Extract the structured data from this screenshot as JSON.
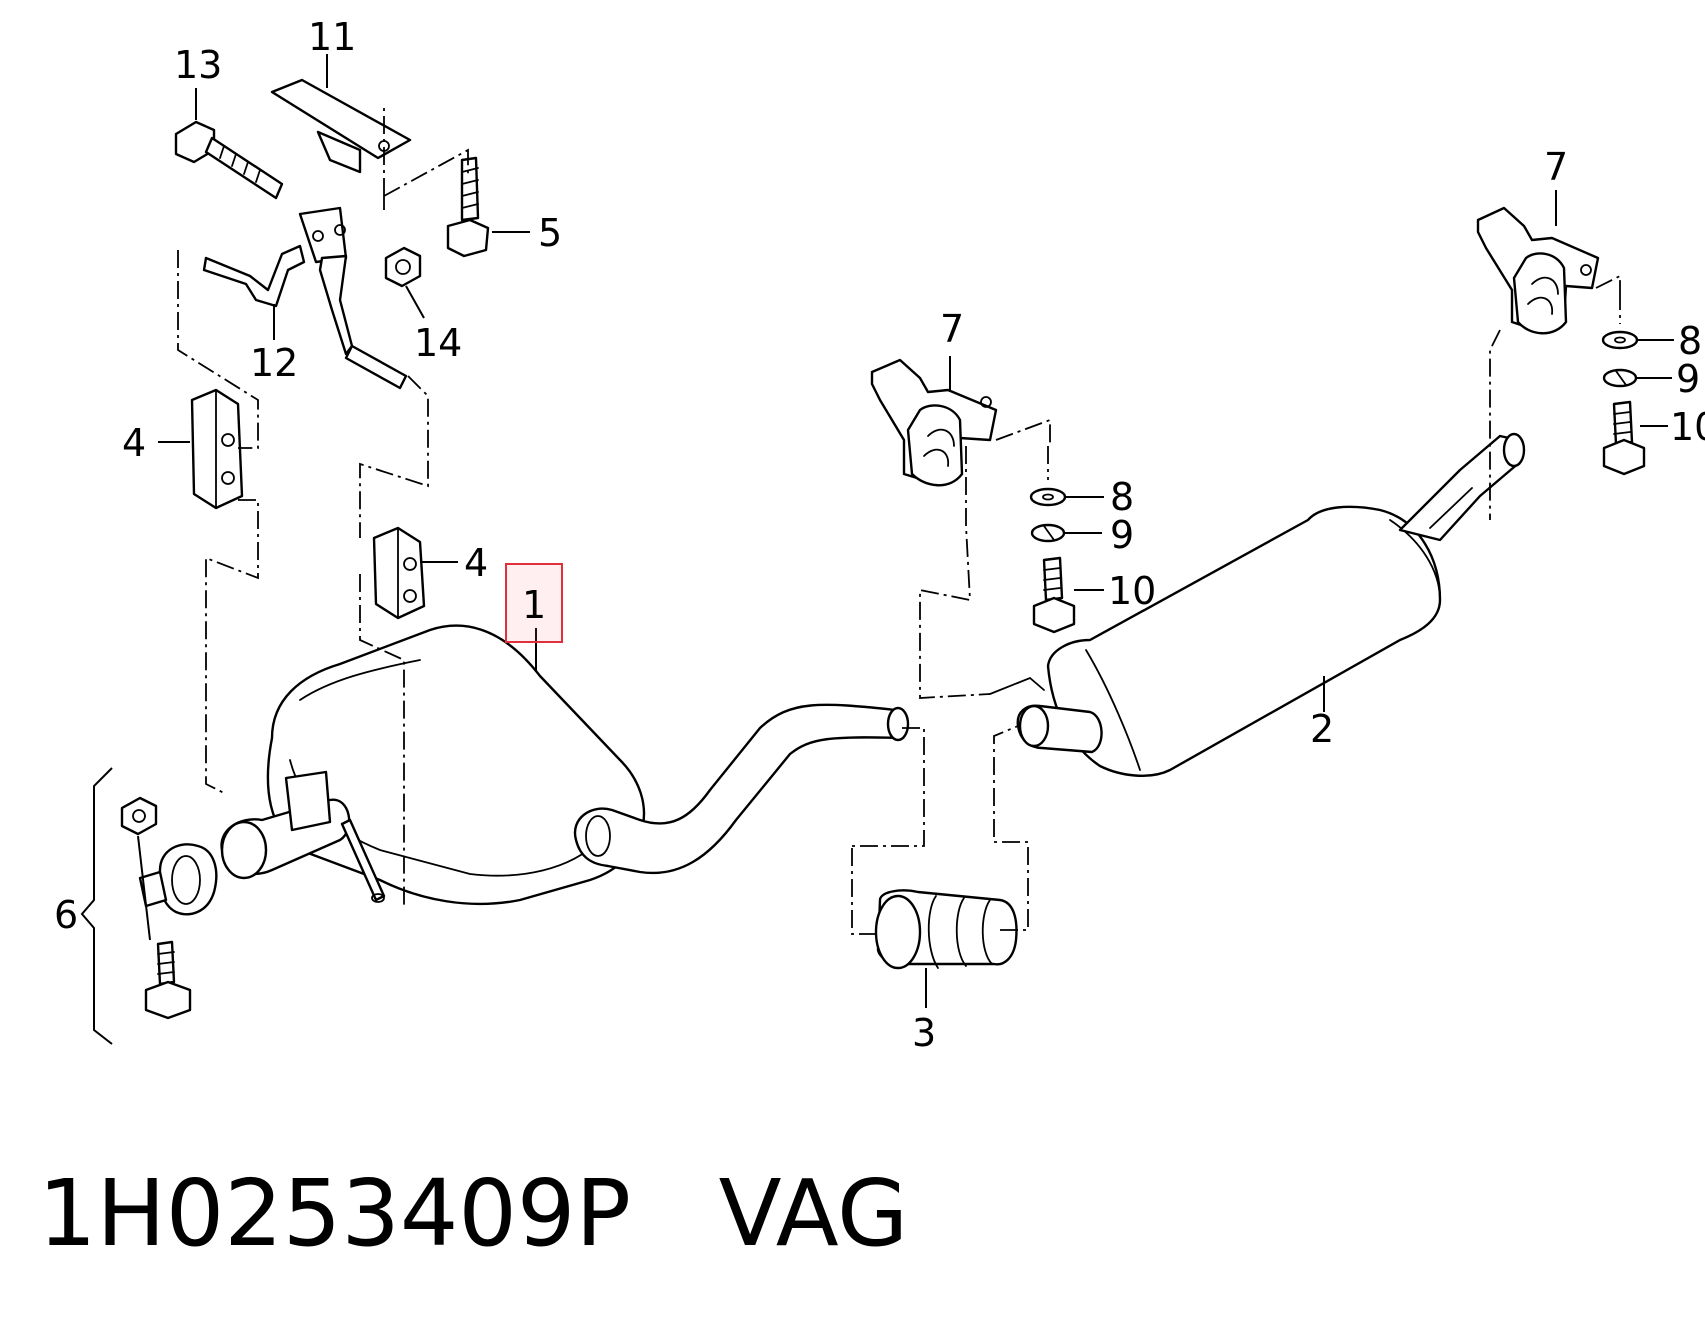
{
  "callouts": {
    "c1": "1",
    "c2": "2",
    "c3": "3",
    "c4a": "4",
    "c4b": "4",
    "c5": "5",
    "c6": "6",
    "c7a": "7",
    "c7b": "7",
    "c8a": "8",
    "c8b": "8",
    "c9a": "9",
    "c9b": "9",
    "c10a": "10",
    "c10b": "10",
    "c11": "11",
    "c12": "12",
    "c13": "13",
    "c14": "14"
  },
  "highlighted_callout": "1",
  "caption": {
    "part_number": "1H0253409P",
    "brand": "VAG"
  },
  "colors": {
    "highlight": "#e0303a",
    "ink": "#000000",
    "background": "#ffffff"
  }
}
